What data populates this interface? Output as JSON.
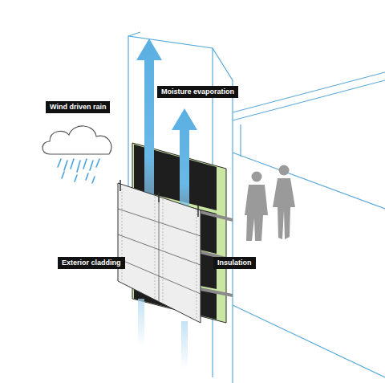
{
  "diagram": {
    "nodes": [
      {
        "text": [
          "Moisture evaporation"
        ]
      },
      {
        "text": [
          "Wind driven rain"
        ]
      },
      {
        "text": [
          "Exterior cladding"
        ]
      },
      {
        "text": [
          "Insulation"
        ]
      }
    ]
  }
}
